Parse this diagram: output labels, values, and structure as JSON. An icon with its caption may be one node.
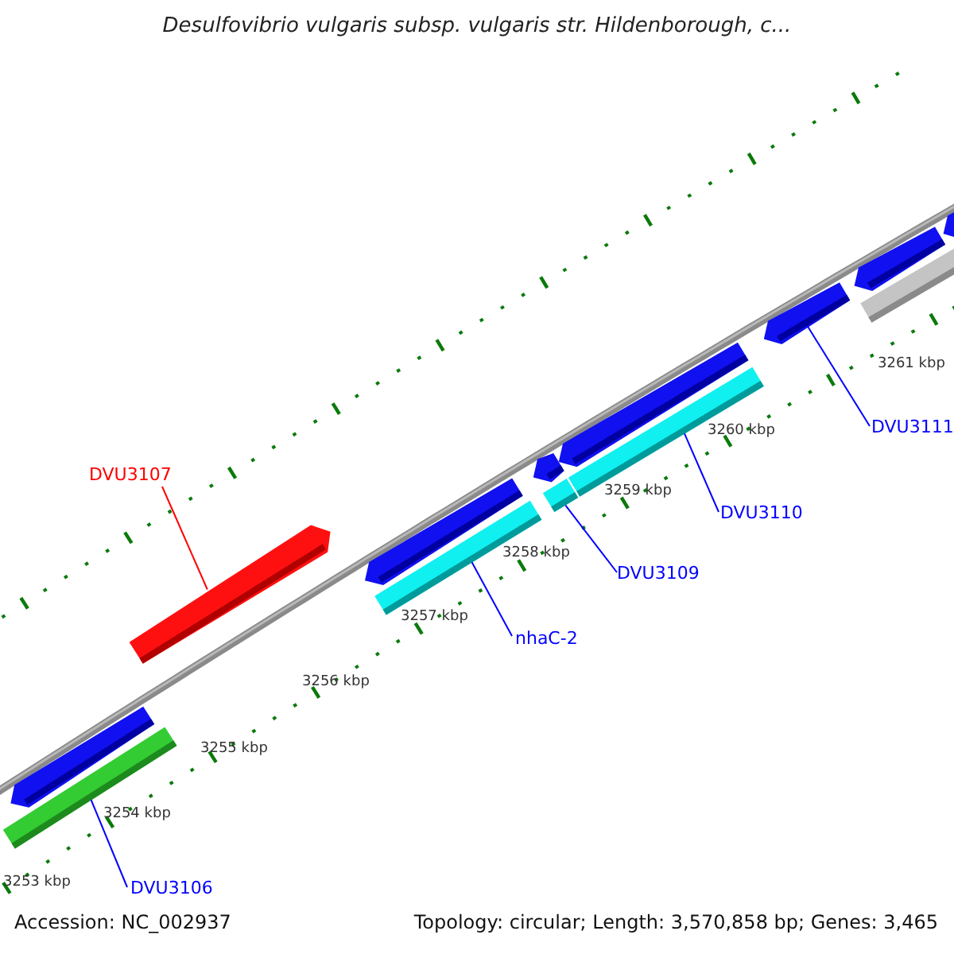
{
  "diagram": {
    "title": "Desulfovibrio vulgaris subsp. vulgaris str. Hildenborough, c...",
    "nodes": [
      {
        "text": [
          "DVU3111"
        ]
      },
      {
        "text": [
          "DVU3107"
        ]
      },
      {
        "text": [
          "DVU3110"
        ]
      },
      {
        "text": [
          "DVU3109"
        ]
      },
      {
        "text": [
          "nhaC-2"
        ]
      },
      {
        "text": [
          "DVU3106"
        ]
      },
      {
        "text": [],
        "shape": "bar"
      },
      {
        "text": [],
        "shape": "bar"
      },
      {
        "text": [],
        "shape": "bar"
      },
      {
        "text": [],
        "shape": "bar"
      },
      {
        "text": [],
        "shape": "bar"
      },
      {
        "text": [],
        "shape": "bar"
      },
      {
        "text": [],
        "shape": "bar"
      },
      {
        "text": [],
        "shape": "bar"
      },
      {
        "text": [],
        "shape": "bar"
      },
      {
        "text": [],
        "shape": "bar"
      },
      {
        "text": [],
        "shape": "bar"
      },
      {
        "text": [],
        "shape": "bar"
      },
      {
        "text": [],
        "shape": "bar"
      }
    ],
    "edges": [
      {
        "from": 0,
        "to": 15,
        "arrow": "none"
      },
      {
        "from": 1,
        "to": 8,
        "arrow": "none",
        "color": "#ff0000"
      },
      {
        "from": 2,
        "to": 14,
        "arrow": "none"
      },
      {
        "from": 3,
        "to": 12,
        "arrow": "none"
      },
      {
        "from": 4,
        "to": 10,
        "arrow": "none"
      },
      {
        "from": 5,
        "to": 7,
        "arrow": "none"
      }
    ],
    "labels": [
      "3261 kbp",
      "3260 kbp",
      "3259 kbp",
      "3258 kbp",
      "3257 kbp",
      "3256 kbp",
      "3255 kbp",
      "3254 kbp",
      "3253 kbp",
      "Accession: NC_002937",
      "Topology: circular; Length: 3,570,858 bp; Genes: 3,465"
    ]
  }
}
